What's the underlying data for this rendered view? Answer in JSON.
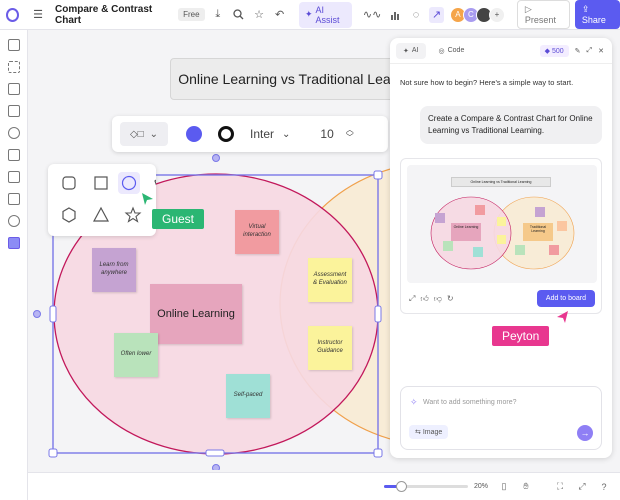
{
  "header": {
    "title": "Compare & Contrast Chart",
    "plan_badge": "Free",
    "ai_assist_label": "AI Assist",
    "avatars": [
      "A",
      "C"
    ],
    "present_label": "Present",
    "share_label": "Share"
  },
  "canvas": {
    "chart_title": "Online Learning vs Traditional Learning",
    "toolbar": {
      "font": "Inter",
      "font_size": "10"
    },
    "circle_left_label": "Online Learning",
    "notes": {
      "learn_from_anywhere": "Learn from anywhere",
      "virtual_interaction": "Virtual interaction",
      "often_lower": "Often lower",
      "self_paced": "Self-paced",
      "assessment_evaluation": "Assessment & Evaluation",
      "instructor_guidance": "Instructor Guidance"
    },
    "cursors": {
      "guest": "Guest",
      "peyton": "Peyton"
    }
  },
  "ai_panel": {
    "tab_ai": "AI",
    "tab_code": "Code",
    "credits": "500",
    "hint": "Not sure how to begin? Here's a simple way to start.",
    "user_message": "Create a Compare & Contrast Chart for Online Learning vs Traditional Learning.",
    "preview": {
      "title": "Online Learning vs Traditional Learning",
      "left_label": "Online Learning",
      "right_label": "Traditional Learning"
    },
    "add_to_board": "Add to board",
    "input_placeholder": "Want to add something more?",
    "image_chip": "Image"
  },
  "bottom": {
    "zoom": "20%",
    "zoom_level": 0.2
  },
  "colors": {
    "accent": "#5b5bf0",
    "guest": "#2bb673",
    "peyton": "#e8378f",
    "circle_left": "#c2185b",
    "circle_right": "#f0a04b"
  }
}
